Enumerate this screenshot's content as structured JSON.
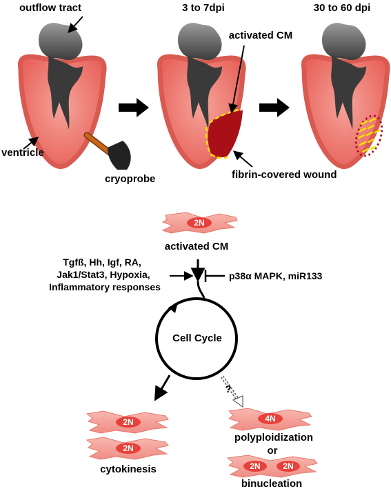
{
  "top_panel": {
    "stage_labels": [
      "outflow tract",
      "3 to 7dpi",
      "30 to 60 dpi"
    ],
    "annotations": {
      "activated_cm": "activated CM",
      "ventricle": "ventricle",
      "cryoprobe": "cryoprobe",
      "wound": "fibrin-covered wound"
    }
  },
  "bottom_panel": {
    "activated_cm_label": "activated CM",
    "nucleus_2n": "2N",
    "nucleus_4n": "4N",
    "activators": [
      "Tgfß, Hh, Igf, RA,",
      "Jak1/Stat3, Hypoxia,",
      "Inflammatory responses"
    ],
    "inhibitors": "p38α MAPK, miR133",
    "cell_cycle": "Cell Cycle",
    "question_mark": "?",
    "cytokinesis": "cytokinesis",
    "polyploidization": "polyploidization",
    "or": "or",
    "binucleation": "binucleation"
  },
  "colors": {
    "heart_fill": "#f08a80",
    "heart_border": "#d95a50",
    "outflow": "#555555",
    "wound": "#a80f16",
    "activated_cm_dashes": "#f5e000",
    "cell_fill": "#f6a8a0",
    "nucleus": "#e8403a",
    "probe_handle": "#c8651e",
    "probe_tip": "#222222"
  }
}
